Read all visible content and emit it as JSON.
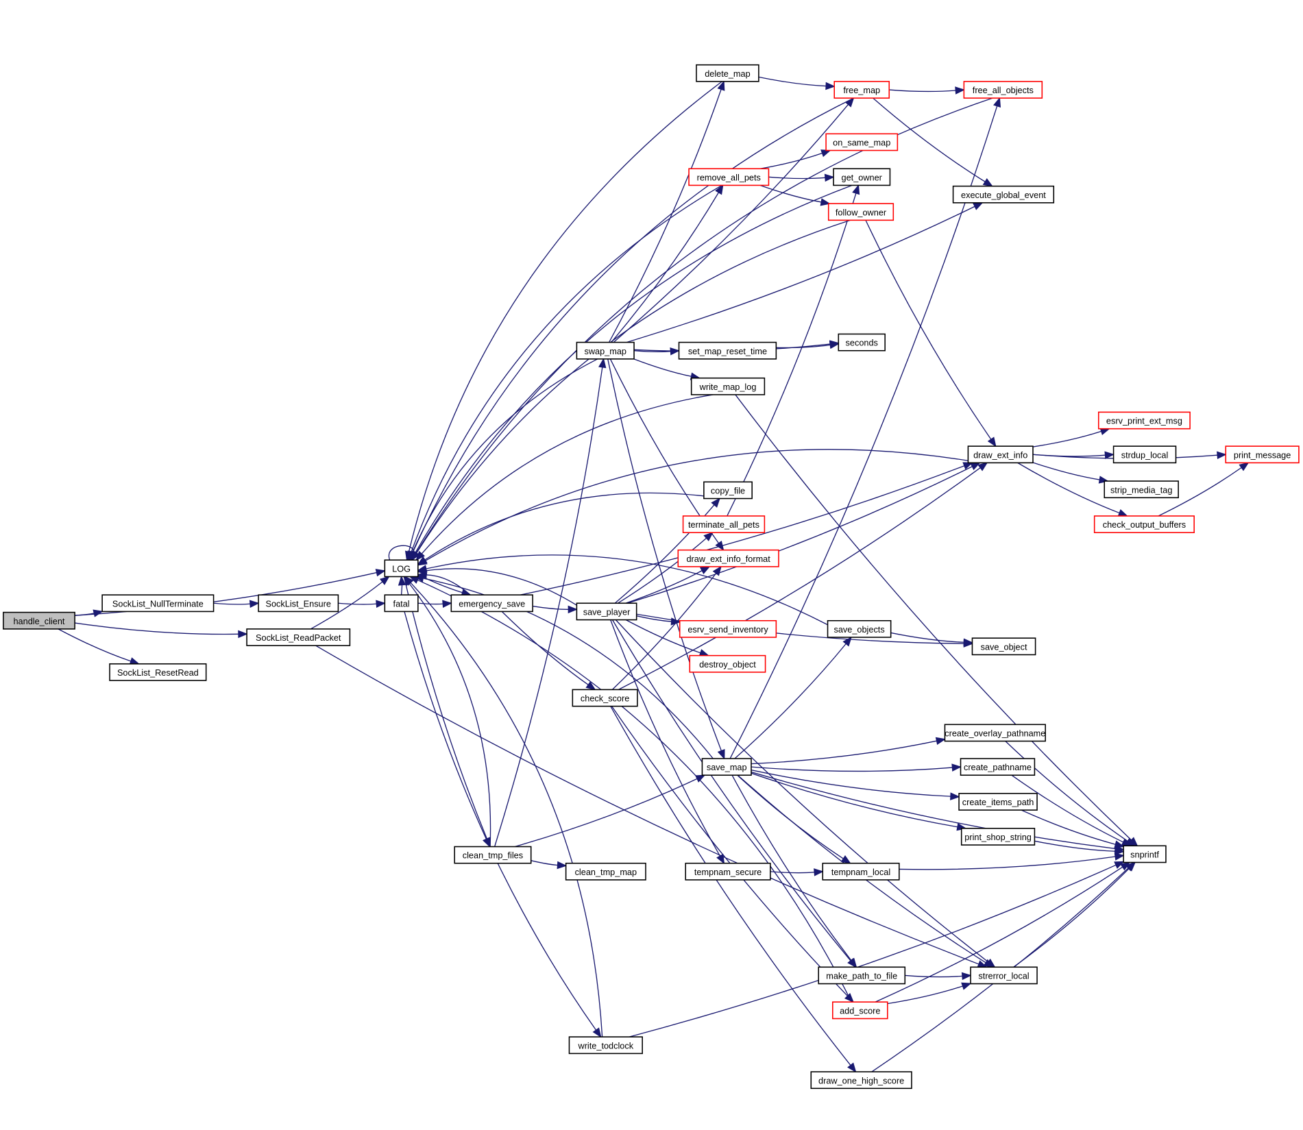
{
  "title": "handle_client call graph",
  "colors": {
    "edge": "#191970",
    "root_fill": "#bfbfbf",
    "node_border": "#000000",
    "truncated_border": "#ff0000",
    "background": "#ffffff"
  },
  "nodes": {
    "handle_client": {
      "label": "handle_client",
      "kind": "root"
    },
    "LOG": {
      "label": "LOG",
      "kind": "normal"
    },
    "SockList_NullTerminate": {
      "label": "SockList_NullTerminate",
      "kind": "normal"
    },
    "SockList_Ensure": {
      "label": "SockList_Ensure",
      "kind": "normal"
    },
    "SockList_ReadPacket": {
      "label": "SockList_ReadPacket",
      "kind": "normal"
    },
    "SockList_ResetRead": {
      "label": "SockList_ResetRead",
      "kind": "normal"
    },
    "fatal": {
      "label": "fatal",
      "kind": "normal"
    },
    "emergency_save": {
      "label": "emergency_save",
      "kind": "normal"
    },
    "clean_tmp_files": {
      "label": "clean_tmp_files",
      "kind": "normal"
    },
    "clean_tmp_map": {
      "label": "clean_tmp_map",
      "kind": "normal"
    },
    "write_todclock": {
      "label": "write_todclock",
      "kind": "normal"
    },
    "swap_map": {
      "label": "swap_map",
      "kind": "normal"
    },
    "delete_map": {
      "label": "delete_map",
      "kind": "normal"
    },
    "free_map": {
      "label": "free_map",
      "kind": "truncated"
    },
    "free_all_objects": {
      "label": "free_all_objects",
      "kind": "truncated"
    },
    "execute_global_event": {
      "label": "execute_global_event",
      "kind": "normal"
    },
    "remove_all_pets": {
      "label": "remove_all_pets",
      "kind": "truncated"
    },
    "on_same_map": {
      "label": "on_same_map",
      "kind": "truncated"
    },
    "get_owner": {
      "label": "get_owner",
      "kind": "normal"
    },
    "follow_owner": {
      "label": "follow_owner",
      "kind": "truncated"
    },
    "set_map_reset_time": {
      "label": "set_map_reset_time",
      "kind": "normal"
    },
    "seconds": {
      "label": "seconds",
      "kind": "normal"
    },
    "write_map_log": {
      "label": "write_map_log",
      "kind": "normal"
    },
    "save_player": {
      "label": "save_player",
      "kind": "normal"
    },
    "copy_file": {
      "label": "copy_file",
      "kind": "normal"
    },
    "terminate_all_pets": {
      "label": "terminate_all_pets",
      "kind": "truncated"
    },
    "draw_ext_info_format": {
      "label": "draw_ext_info_format",
      "kind": "truncated"
    },
    "esrv_send_inventory": {
      "label": "esrv_send_inventory",
      "kind": "truncated"
    },
    "destroy_object": {
      "label": "destroy_object",
      "kind": "truncated"
    },
    "check_score": {
      "label": "check_score",
      "kind": "normal"
    },
    "draw_ext_info": {
      "label": "draw_ext_info",
      "kind": "normal"
    },
    "esrv_print_ext_msg": {
      "label": "esrv_print_ext_msg",
      "kind": "truncated"
    },
    "strdup_local": {
      "label": "strdup_local",
      "kind": "normal"
    },
    "strip_media_tag": {
      "label": "strip_media_tag",
      "kind": "normal"
    },
    "check_output_buffers": {
      "label": "check_output_buffers",
      "kind": "truncated"
    },
    "print_message": {
      "label": "print_message",
      "kind": "truncated"
    },
    "save_objects": {
      "label": "save_objects",
      "kind": "normal"
    },
    "save_object": {
      "label": "save_object",
      "kind": "normal"
    },
    "save_map": {
      "label": "save_map",
      "kind": "normal"
    },
    "create_overlay_pathname": {
      "label": "create_overlay_pathname",
      "kind": "normal"
    },
    "create_pathname": {
      "label": "create_pathname",
      "kind": "normal"
    },
    "create_items_path": {
      "label": "create_items_path",
      "kind": "normal"
    },
    "print_shop_string": {
      "label": "print_shop_string",
      "kind": "normal"
    },
    "snprintf": {
      "label": "snprintf",
      "kind": "normal"
    },
    "tempnam_secure": {
      "label": "tempnam_secure",
      "kind": "normal"
    },
    "tempnam_local": {
      "label": "tempnam_local",
      "kind": "normal"
    },
    "make_path_to_file": {
      "label": "make_path_to_file",
      "kind": "normal"
    },
    "strerror_local": {
      "label": "strerror_local",
      "kind": "normal"
    },
    "add_score": {
      "label": "add_score",
      "kind": "truncated"
    },
    "draw_one_high_score": {
      "label": "draw_one_high_score",
      "kind": "normal"
    }
  },
  "edges": [
    [
      "handle_client",
      "LOG"
    ],
    [
      "handle_client",
      "SockList_NullTerminate"
    ],
    [
      "handle_client",
      "SockList_ReadPacket"
    ],
    [
      "handle_client",
      "SockList_ResetRead"
    ],
    [
      "SockList_NullTerminate",
      "SockList_Ensure"
    ],
    [
      "SockList_Ensure",
      "fatal"
    ],
    [
      "SockList_ReadPacket",
      "LOG"
    ],
    [
      "SockList_ReadPacket",
      "strerror_local"
    ],
    [
      "LOG",
      "LOG"
    ],
    [
      "LOG",
      "emergency_save"
    ],
    [
      "LOG",
      "clean_tmp_files"
    ],
    [
      "fatal",
      "LOG"
    ],
    [
      "fatal",
      "emergency_save"
    ],
    [
      "fatal",
      "clean_tmp_files"
    ],
    [
      "emergency_save",
      "LOG"
    ],
    [
      "emergency_save",
      "save_player"
    ],
    [
      "emergency_save",
      "check_score"
    ],
    [
      "emergency_save",
      "draw_ext_info"
    ],
    [
      "clean_tmp_files",
      "LOG"
    ],
    [
      "clean_tmp_files",
      "swap_map"
    ],
    [
      "clean_tmp_files",
      "save_map"
    ],
    [
      "clean_tmp_files",
      "clean_tmp_map"
    ],
    [
      "clean_tmp_files",
      "write_todclock"
    ],
    [
      "write_todclock",
      "LOG"
    ],
    [
      "write_todclock",
      "snprintf"
    ],
    [
      "swap_map",
      "LOG"
    ],
    [
      "swap_map",
      "delete_map"
    ],
    [
      "swap_map",
      "free_map"
    ],
    [
      "swap_map",
      "remove_all_pets"
    ],
    [
      "swap_map",
      "execute_global_event"
    ],
    [
      "swap_map",
      "seconds"
    ],
    [
      "swap_map",
      "set_map_reset_time"
    ],
    [
      "swap_map",
      "write_map_log"
    ],
    [
      "swap_map",
      "draw_ext_info_format"
    ],
    [
      "swap_map",
      "save_map"
    ],
    [
      "delete_map",
      "LOG"
    ],
    [
      "delete_map",
      "free_map"
    ],
    [
      "free_map",
      "LOG"
    ],
    [
      "free_map",
      "free_all_objects"
    ],
    [
      "free_map",
      "execute_global_event"
    ],
    [
      "free_all_objects",
      "LOG"
    ],
    [
      "remove_all_pets",
      "LOG"
    ],
    [
      "remove_all_pets",
      "on_same_map"
    ],
    [
      "remove_all_pets",
      "get_owner"
    ],
    [
      "remove_all_pets",
      "follow_owner"
    ],
    [
      "get_owner",
      "LOG"
    ],
    [
      "follow_owner",
      "LOG"
    ],
    [
      "follow_owner",
      "draw_ext_info"
    ],
    [
      "set_map_reset_time",
      "seconds"
    ],
    [
      "write_map_log",
      "LOG"
    ],
    [
      "write_map_log",
      "snprintf"
    ],
    [
      "save_player",
      "LOG"
    ],
    [
      "save_player",
      "copy_file"
    ],
    [
      "save_player",
      "terminate_all_pets"
    ],
    [
      "save_player",
      "draw_ext_info_format"
    ],
    [
      "save_player",
      "draw_ext_info"
    ],
    [
      "save_player",
      "esrv_send_inventory"
    ],
    [
      "save_player",
      "destroy_object"
    ],
    [
      "save_player",
      "save_object"
    ],
    [
      "save_player",
      "tempnam_secure"
    ],
    [
      "save_player",
      "make_path_to_file"
    ],
    [
      "save_player",
      "strerror_local"
    ],
    [
      "copy_file",
      "LOG"
    ],
    [
      "terminate_all_pets",
      "get_owner"
    ],
    [
      "check_score",
      "draw_ext_info_format"
    ],
    [
      "check_score",
      "draw_ext_info"
    ],
    [
      "check_score",
      "add_score"
    ],
    [
      "check_score",
      "draw_one_high_score"
    ],
    [
      "draw_ext_info",
      "LOG"
    ],
    [
      "draw_ext_info",
      "esrv_print_ext_msg"
    ],
    [
      "draw_ext_info",
      "strdup_local"
    ],
    [
      "draw_ext_info",
      "strip_media_tag"
    ],
    [
      "draw_ext_info",
      "check_output_buffers"
    ],
    [
      "draw_ext_info",
      "print_message"
    ],
    [
      "check_output_buffers",
      "print_message"
    ],
    [
      "save_objects",
      "LOG"
    ],
    [
      "save_objects",
      "save_object"
    ],
    [
      "save_map",
      "LOG"
    ],
    [
      "save_map",
      "free_all_objects"
    ],
    [
      "save_map",
      "save_objects"
    ],
    [
      "save_map",
      "snprintf"
    ],
    [
      "save_map",
      "create_overlay_pathname"
    ],
    [
      "save_map",
      "create_pathname"
    ],
    [
      "save_map",
      "create_items_path"
    ],
    [
      "save_map",
      "print_shop_string"
    ],
    [
      "save_map",
      "tempnam_local"
    ],
    [
      "save_map",
      "make_path_to_file"
    ],
    [
      "save_map",
      "strerror_local"
    ],
    [
      "create_overlay_pathname",
      "snprintf"
    ],
    [
      "create_pathname",
      "snprintf"
    ],
    [
      "create_items_path",
      "snprintf"
    ],
    [
      "print_shop_string",
      "snprintf"
    ],
    [
      "tempnam_secure",
      "tempnam_local"
    ],
    [
      "tempnam_local",
      "snprintf"
    ],
    [
      "make_path_to_file",
      "strerror_local"
    ],
    [
      "strerror_local",
      "snprintf"
    ],
    [
      "add_score",
      "LOG"
    ],
    [
      "add_score",
      "strerror_local"
    ],
    [
      "add_score",
      "snprintf"
    ],
    [
      "draw_one_high_score",
      "snprintf"
    ]
  ]
}
